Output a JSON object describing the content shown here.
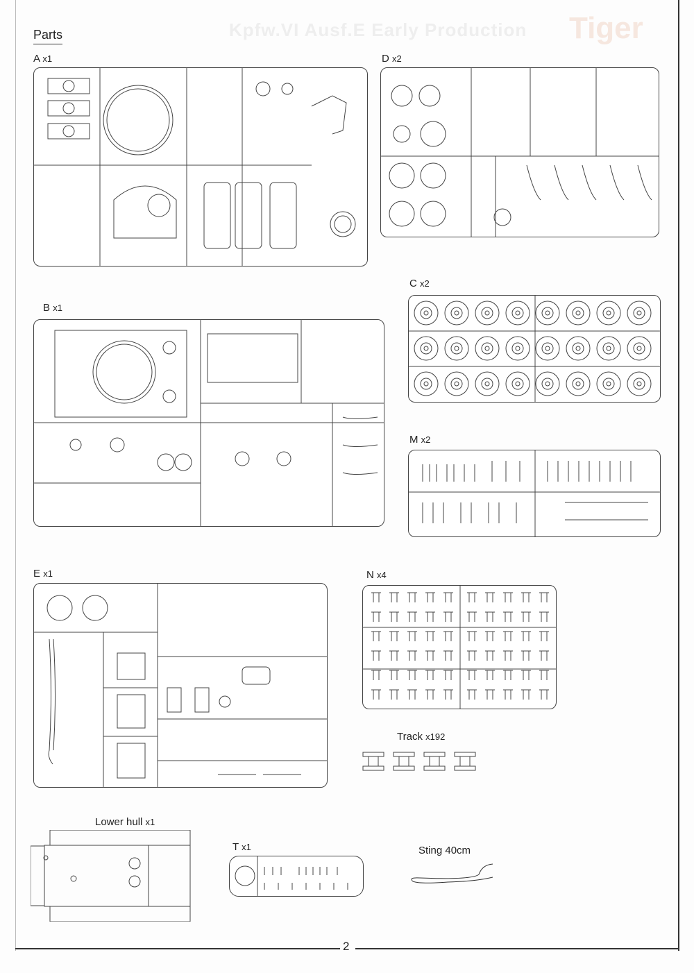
{
  "header": {
    "title": "Parts",
    "ghost_text": "Kpfw.VI Ausf.E Early Production",
    "ghost_brand": "Tiger"
  },
  "sprues": {
    "A": {
      "letter": "A",
      "qty": "x1"
    },
    "D": {
      "letter": "D",
      "qty": "x2"
    },
    "C": {
      "letter": "C",
      "qty": "x2"
    },
    "B": {
      "letter": "B",
      "qty": "x1"
    },
    "M": {
      "letter": "M",
      "qty": "x2"
    },
    "E": {
      "letter": "E",
      "qty": "x1"
    },
    "N": {
      "letter": "N",
      "qty": "x4"
    },
    "T": {
      "letter": "T",
      "qty": "x1"
    }
  },
  "extras": {
    "track": {
      "name": "Track",
      "qty": "x192"
    },
    "lower_hull": {
      "name": "Lower hull",
      "qty": "x1"
    },
    "string": {
      "name": "Sting 40cm"
    }
  },
  "footer": {
    "page_number": "2"
  }
}
